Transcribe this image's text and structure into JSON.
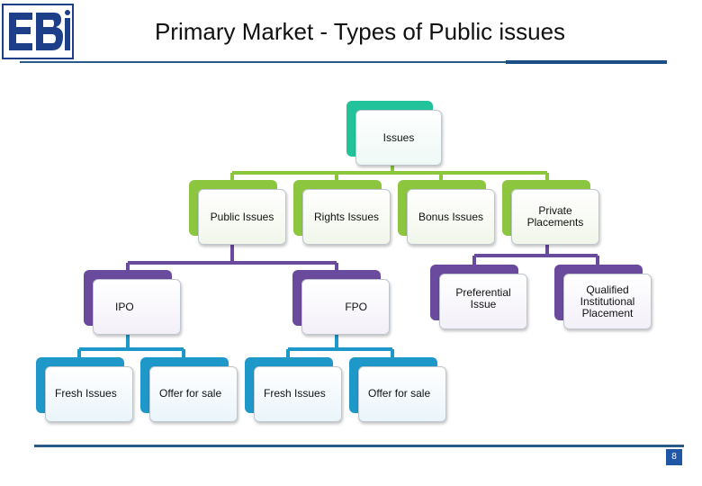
{
  "header": {
    "title": "Primary Market - Types of Public issues"
  },
  "footer": {
    "page_number": "8"
  },
  "diagram": {
    "root": "Issues",
    "level1": [
      "Public Issues",
      "Rights Issues",
      "Bonus Issues",
      "Private Placements"
    ],
    "public_children": [
      "IPO",
      "FPO"
    ],
    "private_children": [
      "Preferential Issue",
      "Qualified Institutional Placement"
    ],
    "ipo_children": [
      "Fresh Issues",
      "Offer for sale"
    ],
    "fpo_children": [
      "Fresh Issues",
      "Offer for sale"
    ]
  },
  "colors": {
    "root": "#22c29a",
    "level1": "#8cc63f",
    "level2": "#6a4a9c",
    "level3": "#1d98c9",
    "accent_rule": "#1c4f86"
  }
}
